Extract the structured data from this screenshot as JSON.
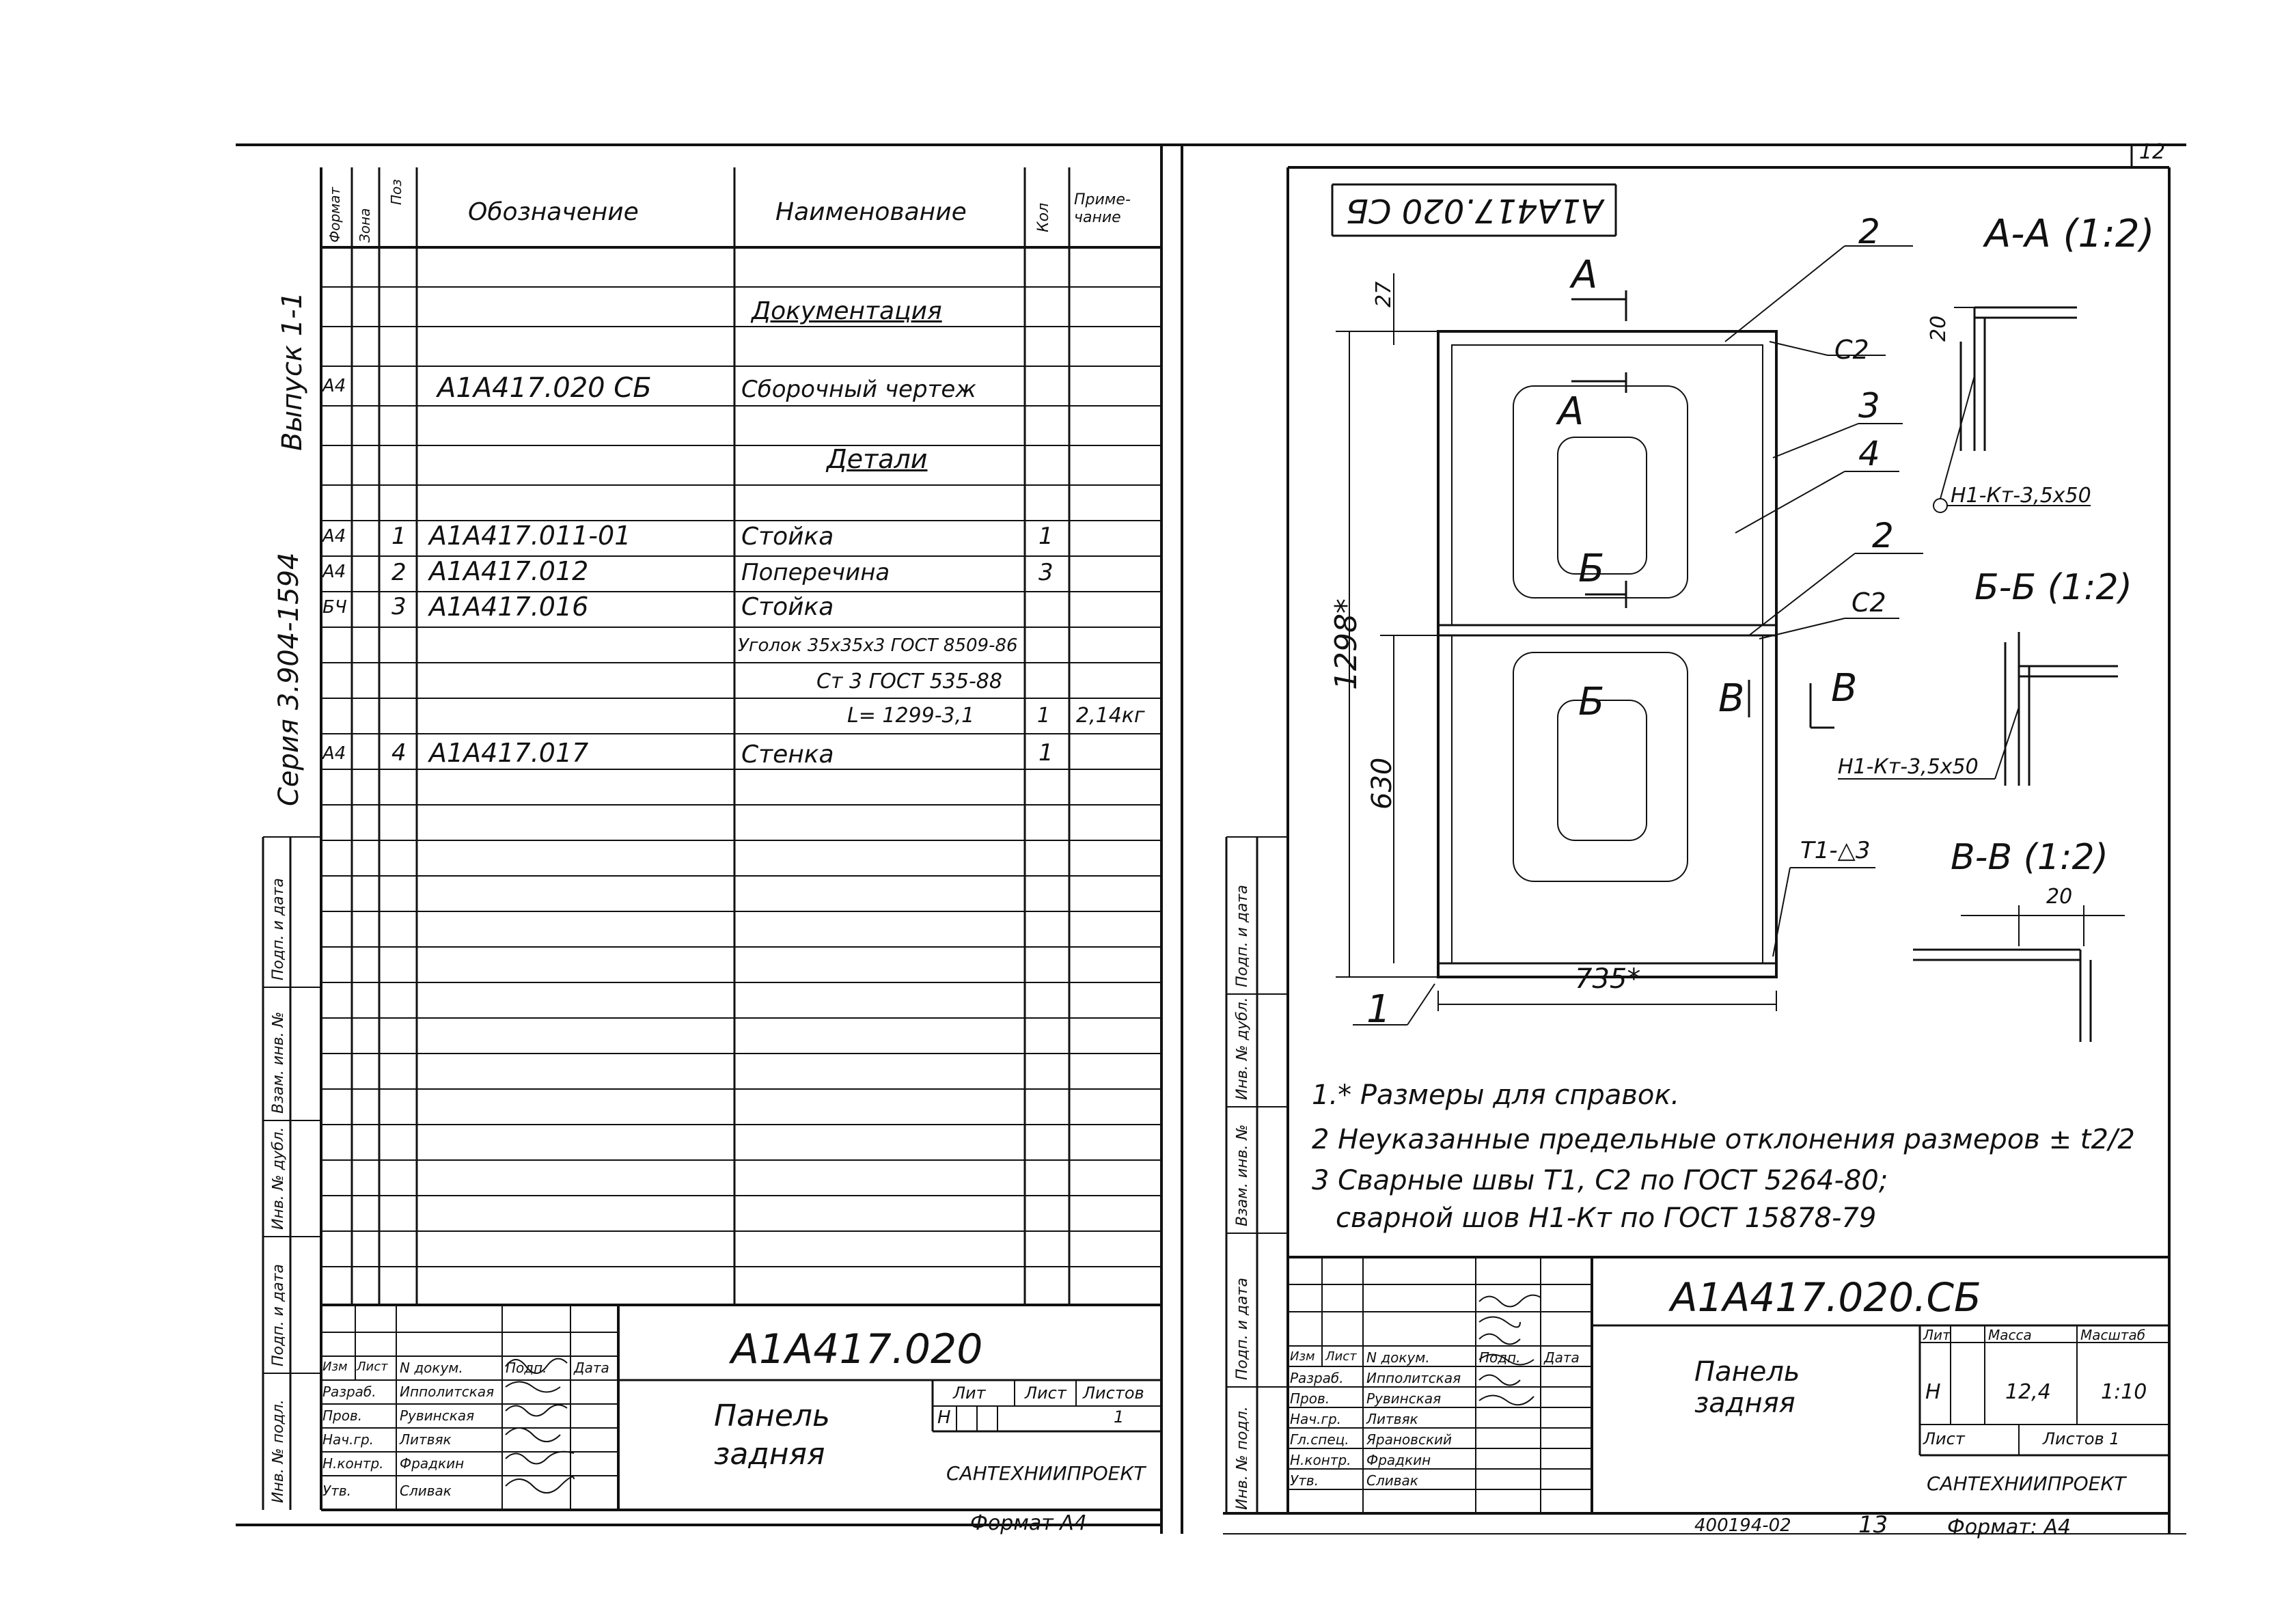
{
  "page_number": "12",
  "left_sheet": {
    "side_stamps": {
      "series": "Серия 3.904-1594",
      "issue": "Выпуск 1-1",
      "boxes": [
        "Подп. и дата",
        "Взам. инв. №",
        "Инв. № дубл.",
        "Подп. и дата",
        "Инв. № подл."
      ]
    },
    "spec_headers": {
      "format": "Формат",
      "zone": "Зона",
      "pos": "Поз",
      "designation": "Обозначение",
      "name": "Наименование",
      "qty": "Кол",
      "note": "Приме- чание"
    },
    "rows": [
      {
        "section": "Документация"
      },
      {
        "fmt": "А4",
        "designation": "А1А417.020 СБ",
        "name": "Сборочный чертеж"
      },
      {
        "section": "Детали"
      },
      {
        "fmt": "А4",
        "pos": "1",
        "designation": "А1А417.011-01",
        "name": "Стойка",
        "qty": "1"
      },
      {
        "fmt": "А4",
        "pos": "2",
        "designation": "А1А417.012",
        "name": "Поперечина",
        "qty": "3"
      },
      {
        "fmt": "БЧ",
        "pos": "3",
        "designation": "А1А417.016",
        "name": "Стойка"
      },
      {
        "name": "Уголок 35x35x3 ГОСТ 8509-86"
      },
      {
        "name": "Ст 3 ГОСТ 535-88"
      },
      {
        "name": "L= 1299-3,1",
        "qty": "1",
        "note": "2,14кг"
      },
      {
        "fmt": "А4",
        "pos": "4",
        "designation": "А1А417.017",
        "name": "Стенка",
        "qty": "1"
      }
    ],
    "title_block": {
      "doc_number": "А1А417.020",
      "title": "Панель задняя",
      "col_headers": [
        "Изм",
        "Лист",
        "N докум.",
        "Подп.",
        "Дата"
      ],
      "roles": [
        {
          "role": "Разраб.",
          "name": "Ипполитская"
        },
        {
          "role": "Пров.",
          "name": "Рувинская"
        },
        {
          "role": "Нач.гр.",
          "name": "Литвяк"
        },
        {
          "role": "Н.контр.",
          "name": "Фрадкин"
        },
        {
          "role": "Утв.",
          "name": "Сливак"
        }
      ],
      "lit_label": "Лит",
      "lit_value": "Н",
      "sheet_label": "Лист",
      "sheets_label": "Листов",
      "sheets_value": "1",
      "org": "САНТЕХНИИПРОЕКТ"
    },
    "format": "Формат А4"
  },
  "right_sheet": {
    "stamp_rotated": "А1А417.020 СБ",
    "labels": {
      "view_a": "А-А (1:2)",
      "view_b": "Б-Б (1:2)",
      "view_v": "В-В (1:2)",
      "cut_a": "А",
      "cut_b": "Б",
      "cut_v": "В",
      "pos1": "1",
      "pos2": "2",
      "pos3": "3",
      "pos4": "4",
      "weld_c2": "С2",
      "weld_t1": "Т1-△3",
      "weld_h1": "Н1-Кт-3,5x50",
      "dim_27": "27",
      "dim_20": "20",
      "dim_1298": "1298*",
      "dim_630": "630",
      "dim_735": "735*"
    },
    "notes": [
      "1.* Размеры для справок.",
      "2 Неуказанные предельные отклонения размеров ± t2/2",
      "3 Сварные швы Т1, С2 по ГОСТ 5264-80;",
      "сварной шов Н1-Кт по ГОСТ 15878-79"
    ],
    "side_stamps": [
      "Подп. и дата",
      "Инв. № дубл.",
      "Взам. инв. №",
      "Подп. и дата",
      "Инв. № подл."
    ],
    "title_block": {
      "doc_number": "А1А417.020.СБ",
      "title": "Панель задняя",
      "col_headers": [
        "Изм",
        "Лист",
        "N докум.",
        "Подп.",
        "Дата"
      ],
      "roles": [
        {
          "role": "Разраб.",
          "name": "Ипполитская"
        },
        {
          "role": "Пров.",
          "name": "Рувинская"
        },
        {
          "role": "Нач.гр.",
          "name": "Литвяк"
        },
        {
          "role": "Гл.спец.",
          "name": "Ярановский"
        },
        {
          "role": "Н.контр.",
          "name": "Фрадкин"
        },
        {
          "role": "Утв.",
          "name": "Сливак"
        }
      ],
      "lit_label": "Лит",
      "mass_label": "Масса",
      "scale_label": "Масштаб",
      "lit_value": "Н",
      "mass_value": "12,4",
      "scale_value": "1:10",
      "sheet_label": "Лист",
      "sheets_label": "Листов 1",
      "org": "САНТЕХНИИПРОЕКТ"
    },
    "bottom_code": "400194-02",
    "bottom_page": "13",
    "format": "Формат: А4"
  }
}
